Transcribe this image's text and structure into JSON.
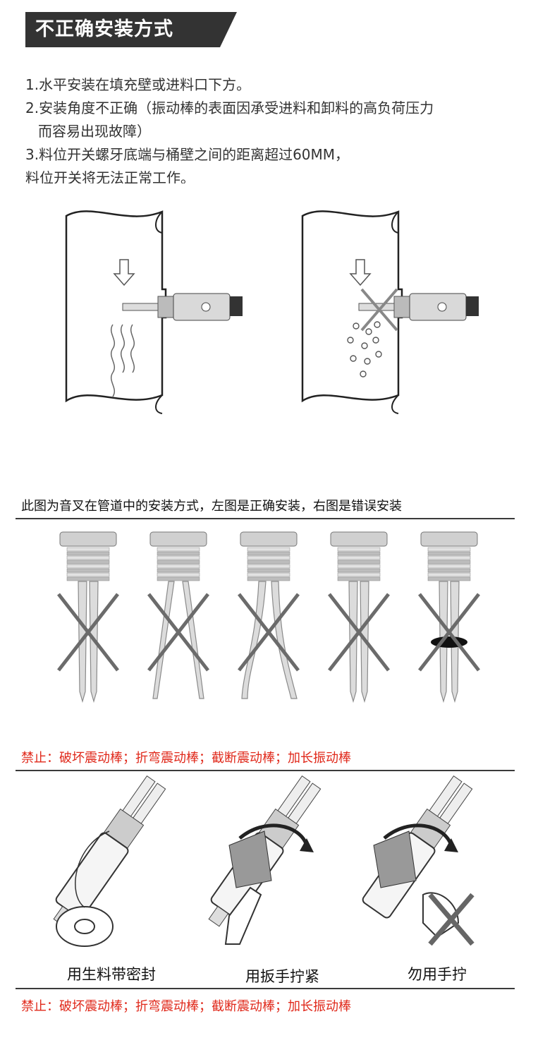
{
  "title": "不正确安装方式",
  "intro": {
    "line1": "1.水平安装在填充壁或进料口下方。",
    "line2": "2.安装角度不正确（振动棒的表面因承受进料和卸料的高负荷压力",
    "line3": "而容易出现故障）",
    "line4": "3.料位开关螺牙底端与桶壁之间的距离超过60MM，",
    "line5": "料位开关将无法正常工作。"
  },
  "pipe_caption": "此图为音叉在管道中的安装方式，左图是正确安装，右图是错误安装",
  "forks": {
    "count": 5,
    "items": [
      "crossed",
      "crossed",
      "crossed",
      "crossed",
      "crossed"
    ]
  },
  "warning_1": "禁止：破坏震动棒；折弯震动棒；截断震动棒；加长振动棒",
  "steps": [
    {
      "label": "用生料带密封"
    },
    {
      "label": "用扳手拧紧"
    },
    {
      "label": "勿用手拧"
    }
  ],
  "warning_2": "禁止：破坏震动棒；折弯震动棒；截断震动棒；加长振动棒",
  "colors": {
    "banner": "#333333",
    "warning_red": "#e0281a",
    "cross_gray": "#6b6b6b",
    "metal": "#c9c9c9"
  }
}
